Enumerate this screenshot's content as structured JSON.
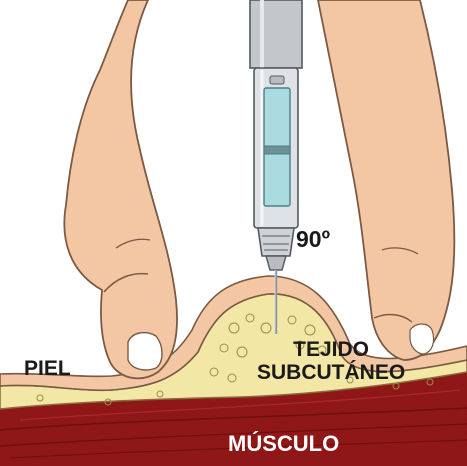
{
  "labels": {
    "angle": "90º",
    "skin": "PIEL",
    "subcutaneous_line1": "TEJIDO",
    "subcutaneous_line2": "SUBCUTÁNEO",
    "muscle": "MÚSCULO"
  },
  "colors": {
    "skin_tone": "#f3c7a4",
    "skin_outline": "#7a5a43",
    "fat_layer": "#f3e7a6",
    "muscle_layer": "#8f1717",
    "pen_body": "#cfd2d6",
    "pen_window": "#a9dbe0",
    "needle": "#9aa0a6"
  },
  "icons": {
    "hand": "pinching-hand-icon",
    "pen": "insulin-pen-icon",
    "needle": "needle-icon"
  }
}
